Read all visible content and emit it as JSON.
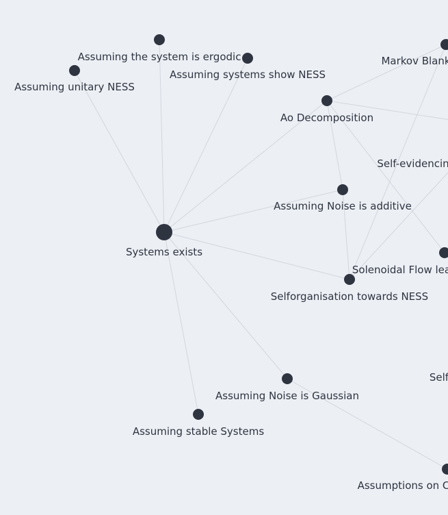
{
  "graph": {
    "background": "#eceff4",
    "node_color": "#2e3440",
    "edge_color": "#d3d6dd",
    "nodes": [
      {
        "id": "systems-exists",
        "label": "Systems exists"
      },
      {
        "id": "ergodic",
        "label": "Assuming the system is ergodic"
      },
      {
        "id": "unitary-ness",
        "label": "Assuming unitary NESS"
      },
      {
        "id": "show-ness",
        "label": "Assuming systems show NESS"
      },
      {
        "id": "markov-blanket",
        "label": "Markov Blank"
      },
      {
        "id": "ao-decomposition",
        "label": "Ao Decomposition"
      },
      {
        "id": "self-evidencing",
        "label": "Self-evidencin"
      },
      {
        "id": "noise-additive",
        "label": "Assuming Noise is additive"
      },
      {
        "id": "solenoidal-flow",
        "label": "Solenoidal Flow lea"
      },
      {
        "id": "selforganisation",
        "label": "Selforganisation towards NESS"
      },
      {
        "id": "self-partial",
        "label": "Self"
      },
      {
        "id": "noise-gaussian",
        "label": "Assuming Noise is Gaussian"
      },
      {
        "id": "stable-systems",
        "label": "Assuming stable Systems"
      },
      {
        "id": "assumptions-on",
        "label": "Assumptions on C"
      }
    ],
    "edges": [
      [
        "systems-exists",
        "ergodic"
      ],
      [
        "systems-exists",
        "unitary-ness"
      ],
      [
        "systems-exists",
        "show-ness"
      ],
      [
        "systems-exists",
        "ao-decomposition"
      ],
      [
        "systems-exists",
        "noise-additive"
      ],
      [
        "systems-exists",
        "selforganisation"
      ],
      [
        "systems-exists",
        "noise-gaussian"
      ],
      [
        "systems-exists",
        "stable-systems"
      ],
      [
        "ao-decomposition",
        "markov-blanket"
      ],
      [
        "ao-decomposition",
        "noise-additive"
      ],
      [
        "ao-decomposition",
        "solenoidal-flow"
      ],
      [
        "ao-decomposition",
        "right-offscreen"
      ],
      [
        "noise-additive",
        "selforganisation"
      ],
      [
        "selforganisation",
        "markov-blanket"
      ],
      [
        "selforganisation",
        "self-evidencing"
      ],
      [
        "noise-gaussian",
        "assumptions-on"
      ]
    ]
  }
}
